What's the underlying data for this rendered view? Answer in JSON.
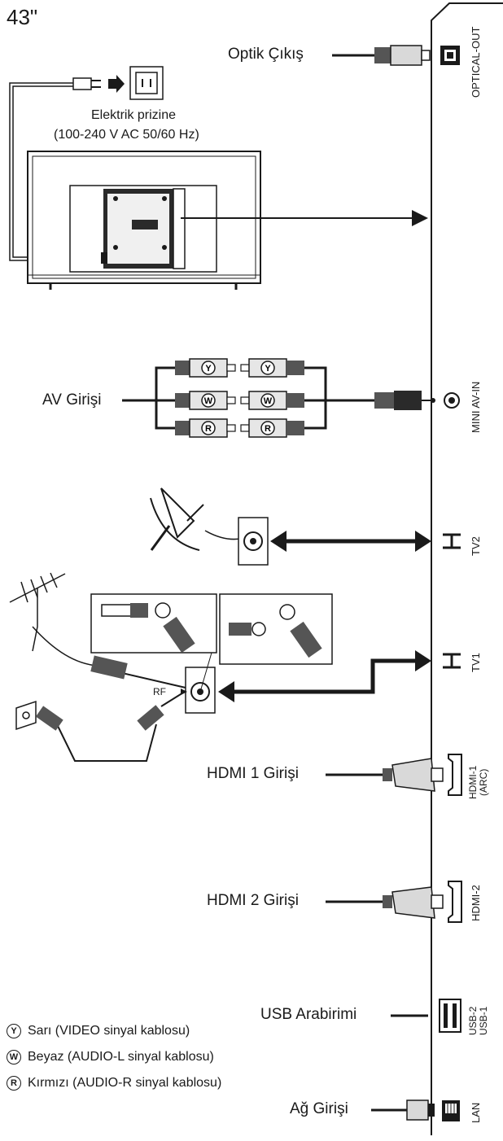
{
  "title": "43\"",
  "power": {
    "label": "Elektrik prizine",
    "spec": "(100-240 V AC 50/60 Hz)"
  },
  "connections": {
    "optical": {
      "label": "Optik Çıkış",
      "port": "OPTICAL-OUT"
    },
    "av": {
      "label": "AV Girişi",
      "port": "MINI AV-IN",
      "plugs": [
        "Y",
        "W",
        "R"
      ]
    },
    "tv2": {
      "port": "TV2"
    },
    "tv1": {
      "port": "TV1",
      "rf": "RF"
    },
    "hdmi1": {
      "label": "HDMI 1 Girişi",
      "port_line1": "HDMI-1",
      "port_line2": "(ARC)"
    },
    "hdmi2": {
      "label": "HDMI 2 Girişi",
      "port": "HDMI-2"
    },
    "usb": {
      "label": "USB Arabirimi",
      "port_line1": "USB-2",
      "port_line2": "USB-1"
    },
    "lan": {
      "label": "Ağ Girişi",
      "port": "LAN"
    }
  },
  "legend": [
    {
      "symbol": "Y",
      "text": "Sarı (VIDEO sinyal kablosu)"
    },
    {
      "symbol": "W",
      "text": "Beyaz (AUDIO-L sinyal kablosu)"
    },
    {
      "symbol": "R",
      "text": "Kırmızı (AUDIO-R sinyal kablosu)"
    }
  ]
}
